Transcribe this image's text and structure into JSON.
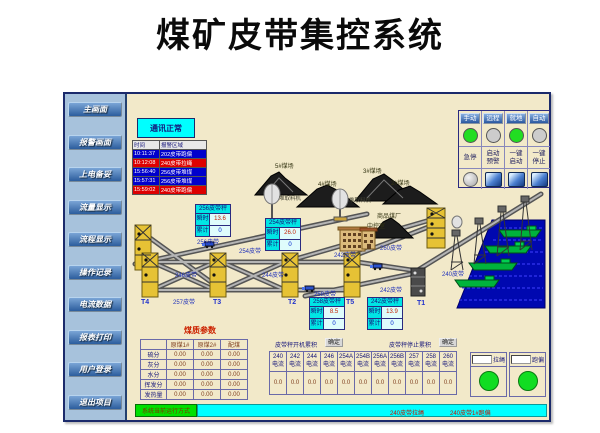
{
  "title": "煤矿皮带集控系统",
  "sidebar": {
    "items": [
      {
        "label": "主画面"
      },
      {
        "label": "报警画面"
      },
      {
        "label": "上电备妥"
      },
      {
        "label": "流量显示"
      },
      {
        "label": "流程显示"
      },
      {
        "label": "操作记录"
      },
      {
        "label": "电流数据"
      },
      {
        "label": "报表打印"
      },
      {
        "label": "用户登录"
      },
      {
        "label": "退出项目"
      }
    ]
  },
  "comm": {
    "status": "通讯正常",
    "alarm_table": {
      "headers": [
        "时间",
        "报警区域"
      ],
      "rows": [
        {
          "time": "10:11:37",
          "area": "202皮带跑偏",
          "bg": "#0000cc"
        },
        {
          "time": "10:12:08",
          "area": "240皮带拉绳",
          "bg": "#dd0000"
        },
        {
          "time": "15:56:40",
          "area": "256皮带堆煤",
          "bg": "#0000cc"
        },
        {
          "time": "15:57:31",
          "area": "256皮带堆煤",
          "bg": "#0000cc"
        },
        {
          "time": "15:59:02",
          "area": "240皮带跑偏",
          "bg": "#dd0000"
        }
      ]
    }
  },
  "control_panel": {
    "modes": [
      {
        "label": "手动",
        "lamp_color": "#22dd22"
      },
      {
        "label": "远程",
        "lamp_color": "#cccccc"
      },
      {
        "label": "就地",
        "lamp_color": "#22dd22"
      },
      {
        "label": "自动",
        "lamp_color": "#cccccc"
      }
    ],
    "actions": [
      "急停",
      "启动\n预警",
      "一键\n启动",
      "一键\n停止"
    ]
  },
  "diagram": {
    "belt_labels": [
      "256皮带",
      "254皮带",
      "242皮带",
      "260皮带",
      "246皮带",
      "244皮带",
      "257皮带",
      "258皮带",
      "242皮带",
      "240皮带"
    ],
    "tower_labels": [
      "T4",
      "T3",
      "T2",
      "T5",
      "T1"
    ],
    "area_labels": [
      "5#煤场",
      "4#煤场",
      "3#煤场",
      "2#煤场",
      "商品煤厂",
      "中控室"
    ],
    "device_labels": [
      "堆取料机",
      "堆取料机"
    ],
    "scales": [
      {
        "name": "256皮带秤",
        "inst_label": "瞬时",
        "inst": "13.6",
        "total_label": "累计",
        "total": "0"
      },
      {
        "name": "254皮带秤",
        "inst_label": "瞬时",
        "inst": "26.0",
        "total_label": "累计",
        "total": "0"
      },
      {
        "name": "258皮带秤",
        "inst_label": "瞬时",
        "inst": "8.5",
        "total_label": "累计",
        "total": "0"
      },
      {
        "name": "242皮带秤",
        "inst_label": "瞬时",
        "inst": "13.9",
        "total_label": "累计",
        "total": "0"
      }
    ]
  },
  "coal_params": {
    "title": "煤质参数",
    "col_headers": [
      "原煤1#",
      "原煤2#",
      "配煤"
    ],
    "rows": [
      {
        "name": "硫分",
        "v1": "0.00",
        "v2": "0.00",
        "v3": "0.00"
      },
      {
        "name": "灰分",
        "v1": "0.00",
        "v2": "0.00",
        "v3": "0.00"
      },
      {
        "name": "水分",
        "v1": "0.00",
        "v2": "0.00",
        "v3": "0.00"
      },
      {
        "name": "挥发分",
        "v1": "0.00",
        "v2": "0.00",
        "v3": "0.00"
      },
      {
        "name": "发热量",
        "v1": "0.00",
        "v2": "0.00",
        "v3": "0.00"
      }
    ]
  },
  "currents": {
    "start_label": "皮带秤开机累积",
    "start_btn": "确定",
    "stop_label": "皮带秤停止累积",
    "stop_btn": "确定",
    "columns": [
      {
        "id": "240",
        "unit": "电流",
        "value": "0.0"
      },
      {
        "id": "242",
        "unit": "电流",
        "value": "0.0"
      },
      {
        "id": "244",
        "unit": "电流",
        "value": "0.0"
      },
      {
        "id": "246",
        "unit": "电流",
        "value": "0.0"
      },
      {
        "id": "254A",
        "unit": "电流",
        "value": "0.0"
      },
      {
        "id": "254B",
        "unit": "电流",
        "value": "0.0"
      },
      {
        "id": "256A",
        "unit": "电流",
        "value": "0.0"
      },
      {
        "id": "256B",
        "unit": "电流",
        "value": "0.0"
      },
      {
        "id": "257",
        "unit": "电流",
        "value": "0.0"
      },
      {
        "id": "258",
        "unit": "电流",
        "value": "0.0"
      },
      {
        "id": "260",
        "unit": "电流",
        "value": "0.0"
      }
    ]
  },
  "switches": [
    {
      "label": "拉绳",
      "value": ""
    },
    {
      "label": "跑偏",
      "value": ""
    }
  ],
  "statusbar": {
    "mode_label": "系统当前运行方式",
    "alarms": [
      "240皮带拉绳",
      "240皮带1#跑偏"
    ]
  },
  "colors": {
    "lamp_on": "#22dd22",
    "lamp_off": "#cccccc",
    "water": "#0008b0",
    "ship": "#00b33c"
  }
}
